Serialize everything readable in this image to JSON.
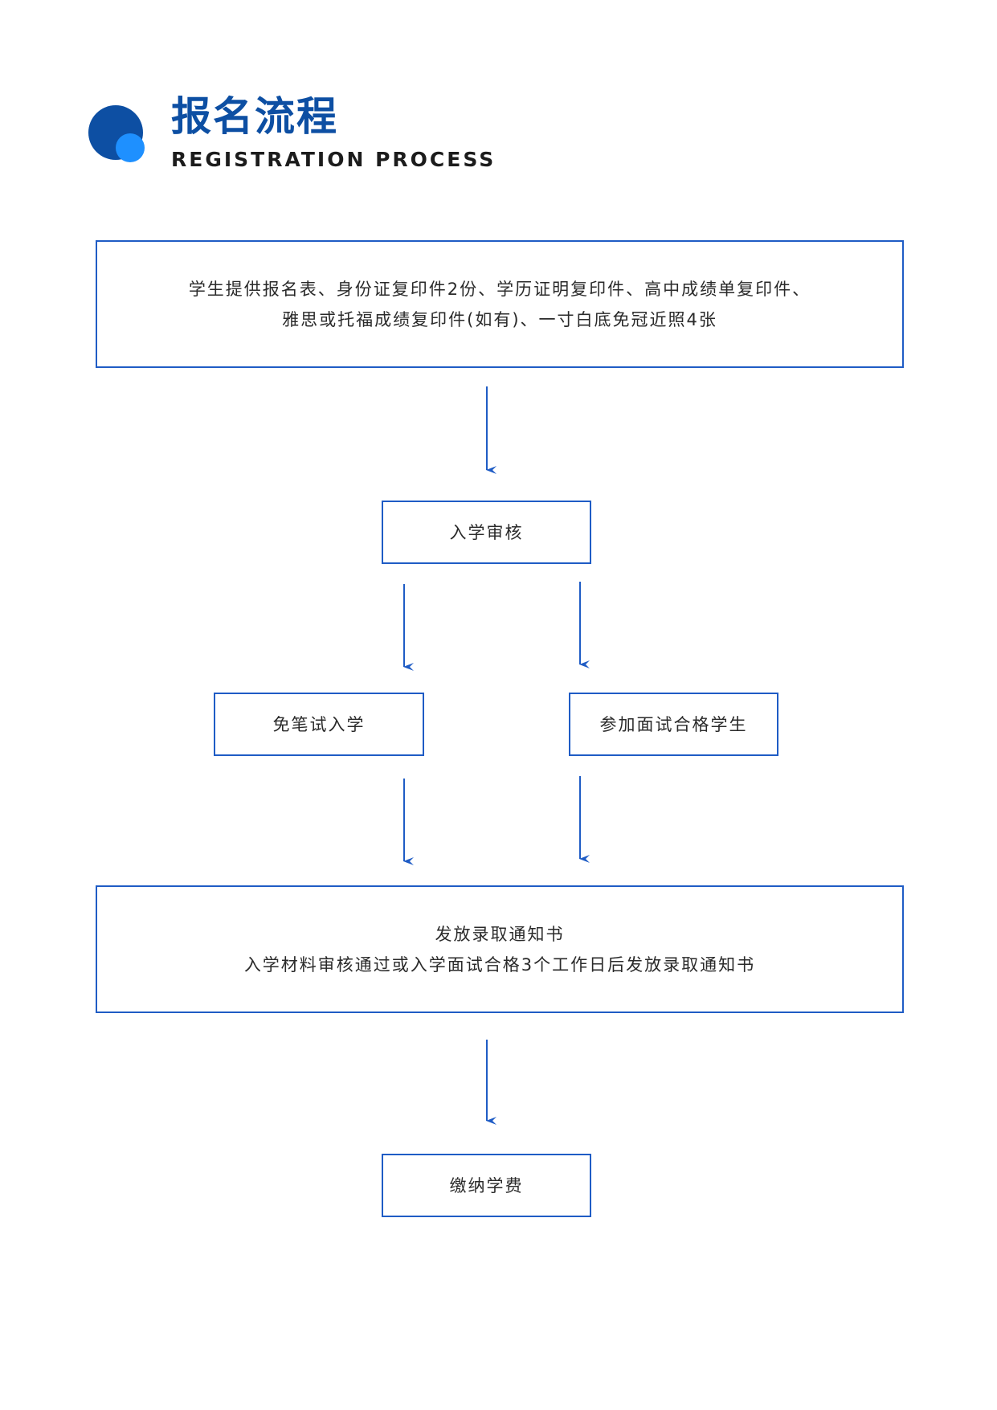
{
  "header": {
    "title_cn": "报名流程",
    "title_en": "REGISTRATION PROCESS"
  },
  "colors": {
    "primary": "#0d4fa3",
    "accent": "#1e90ff",
    "border": "#1f5cc5"
  },
  "flow": {
    "documents": {
      "line1": "学生提供报名表、身份证复印件2份、学历证明复印件、高中成绩单复印件、",
      "line2": "雅思或托福成绩复印件(如有)、一寸白底免冠近照4张"
    },
    "admission_review": "入学审核",
    "exam_exempt": "免笔试入学",
    "interview_pass": "参加面试合格学生",
    "admission_notice": {
      "title": "发放录取通知书",
      "detail": "入学材料审核通过或入学面试合格3个工作日后发放录取通知书"
    },
    "pay_tuition": "缴纳学费"
  }
}
